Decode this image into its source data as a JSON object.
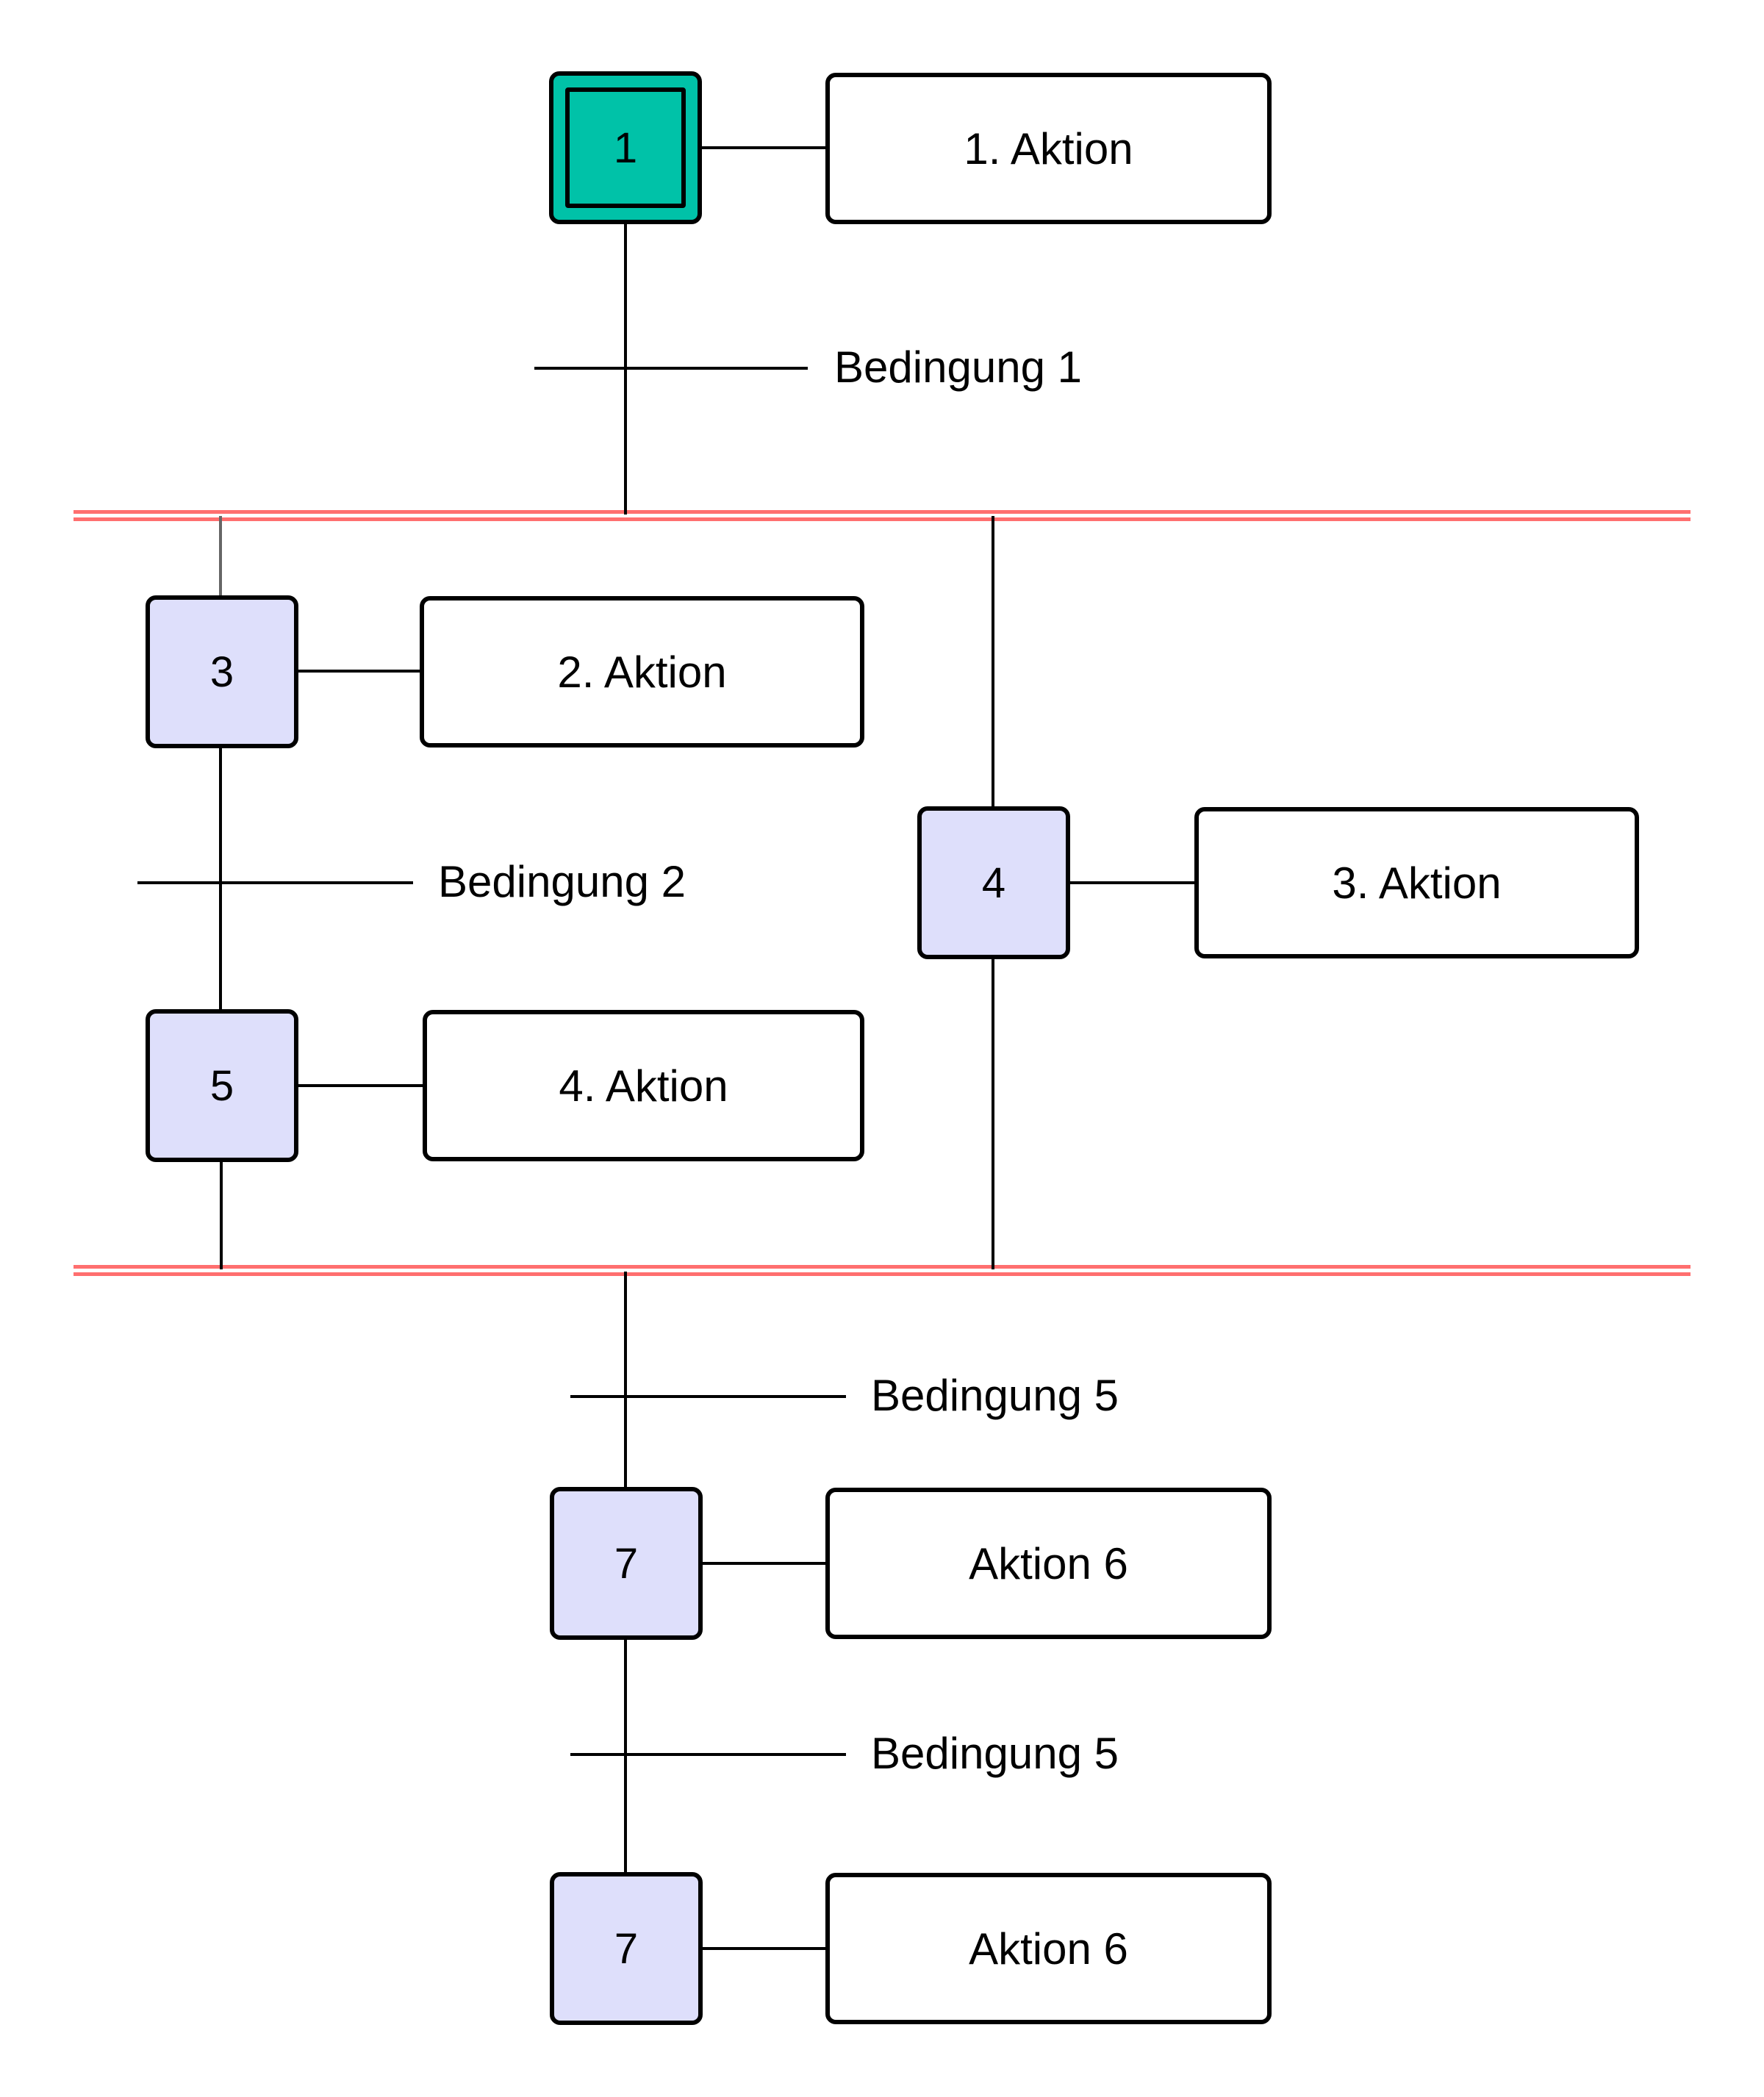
{
  "diagram": {
    "type": "GRAFCET / SFC",
    "colors": {
      "initial_step_fill": "#00C2A8",
      "step_fill": "#DEDFFB",
      "action_fill": "#FFFFFF",
      "parallel_bar": "#FF6F6F",
      "line": "#000000"
    },
    "steps": [
      {
        "id": "1",
        "label": "1",
        "initial": true
      },
      {
        "id": "3",
        "label": "3",
        "initial": false
      },
      {
        "id": "4",
        "label": "4",
        "initial": false
      },
      {
        "id": "5",
        "label": "5",
        "initial": false
      },
      {
        "id": "7a",
        "label": "7",
        "initial": false
      },
      {
        "id": "7b",
        "label": "7",
        "initial": false
      }
    ],
    "actions": [
      {
        "step": "1",
        "label": "1. Aktion"
      },
      {
        "step": "3",
        "label": "2. Aktion"
      },
      {
        "step": "4",
        "label": "3. Aktion"
      },
      {
        "step": "5",
        "label": "4. Aktion"
      },
      {
        "step": "7a",
        "label": "Aktion 6"
      },
      {
        "step": "7b",
        "label": "Aktion 6"
      }
    ],
    "transitions": [
      {
        "label": "Bedingung 1"
      },
      {
        "label": "Bedingung 2"
      },
      {
        "label": "Bedingung 5"
      },
      {
        "label": "Bedingung 5"
      }
    ],
    "parallel_bars": [
      {
        "kind": "divergence"
      },
      {
        "kind": "convergence"
      }
    ]
  }
}
